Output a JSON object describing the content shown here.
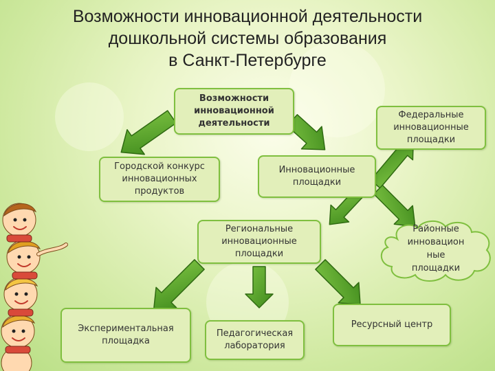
{
  "title": {
    "line1": "Возможности инновационной деятельности",
    "line2": "дошкольной системы образования",
    "line3": "в Санкт-Петербурге"
  },
  "nodes": {
    "main": [
      "Возможности",
      "инновационной",
      "деятельности"
    ],
    "city_contest": [
      "Городской конкурс",
      "инновационных",
      "продуктов"
    ],
    "innovation_sites": [
      "Инновационные",
      "площадки"
    ],
    "federal": [
      "Федеральные",
      "инновационные",
      "площадки"
    ],
    "regional": [
      "Региональные",
      "инновационные",
      "площадки"
    ],
    "district": [
      "Районные",
      "инновацион",
      "ные",
      "площадки"
    ],
    "experimental": [
      "Экспериментальная",
      "площадка"
    ],
    "pedagogical_lab": [
      "Педагогическая",
      "лаборатория"
    ],
    "resource_center": [
      "Ресурсный центр"
    ]
  },
  "colors": {
    "box_fill": "#e2efba",
    "box_border": "#7fbf3f",
    "arrow_fill": "#5aa02c",
    "arrow_dark": "#2f6a12"
  }
}
